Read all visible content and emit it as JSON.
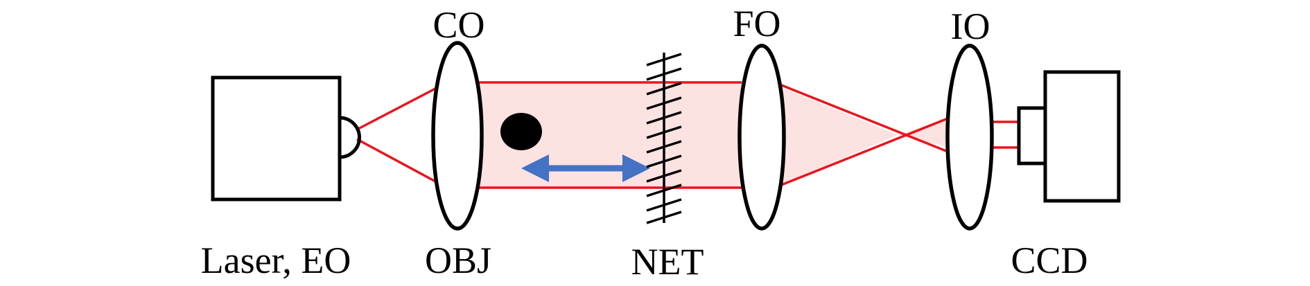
{
  "labels": {
    "laser_eo": "Laser, EO",
    "obj": "OBJ",
    "net": "NET",
    "ccd": "CCD",
    "co": "CO",
    "fo": "FO",
    "io": "IO"
  },
  "colors": {
    "beam_fill": "#fde2e2",
    "ray": "#e8141c",
    "arrow": "#4472c4",
    "outline": "#000000",
    "particle": "#000000"
  },
  "icons": {
    "motion_arrow": "double-headed-arrow",
    "particle": "filled-ellipse"
  }
}
